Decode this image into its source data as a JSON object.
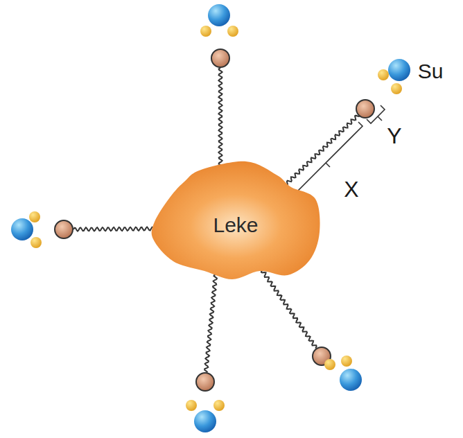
{
  "diagram": {
    "nodes": [
      {
        "text": [
          "Leke"
        ]
      }
    ],
    "labels": [
      "Su",
      "X",
      "Y"
    ]
  }
}
